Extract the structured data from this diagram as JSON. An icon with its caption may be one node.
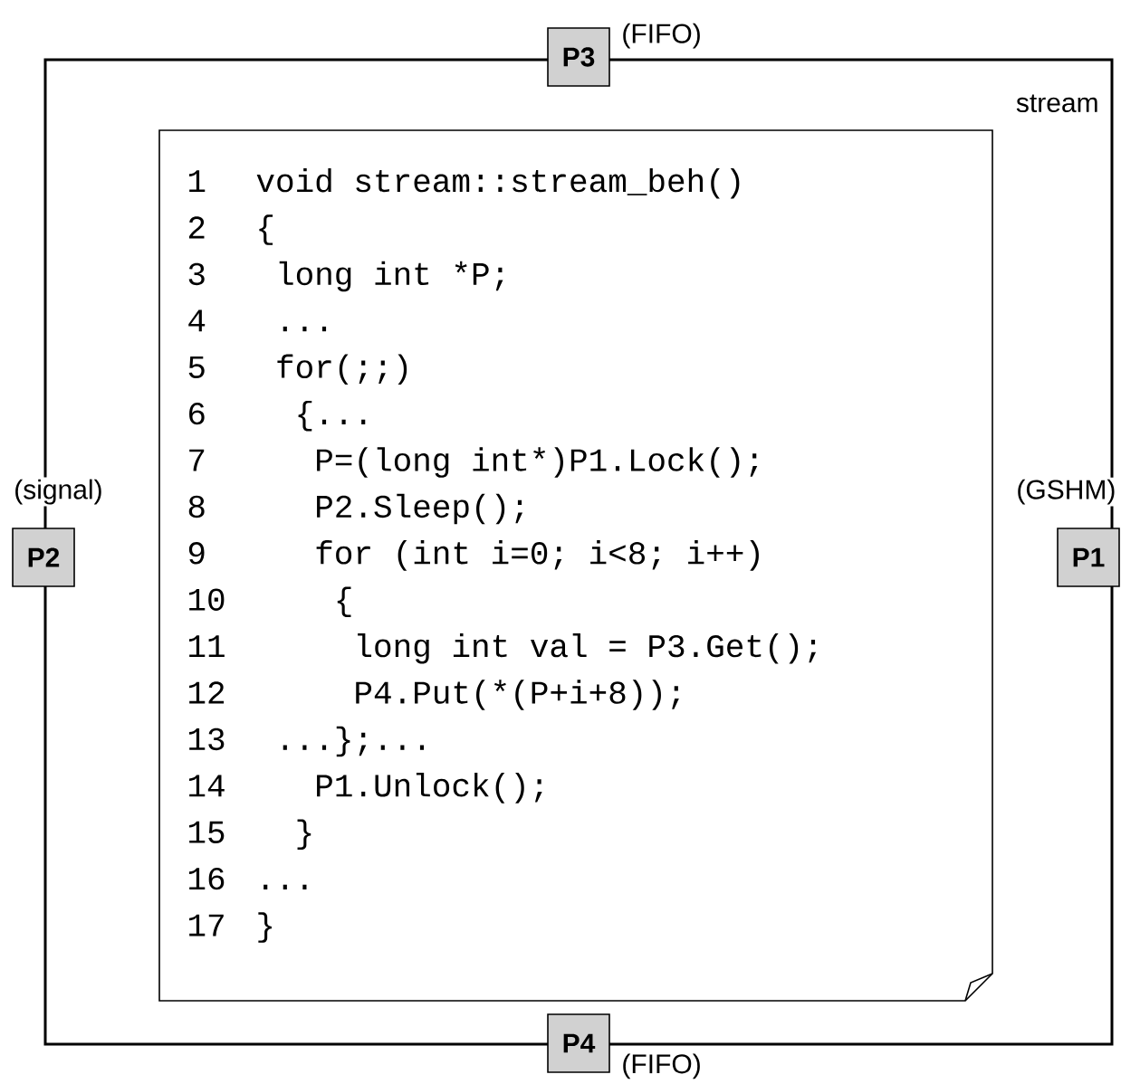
{
  "diagram": {
    "nodes": [
      {
        "text": [
          "stream"
        ]
      },
      {
        "text": [
          "1",
          "void stream::stream_beh()",
          "2",
          "{",
          "3",
          "long int *P;",
          "4",
          "...",
          "5",
          "for(;;)",
          "6",
          "{...",
          "7",
          "P=(long int*)P1.Lock();",
          "8",
          "P2.Sleep();",
          "9",
          "for (int i=0; i<8; i++)",
          "10",
          "{",
          "11",
          "long int val = P3.Get();",
          "12",
          "P4.Put(*(P+i+8));",
          "13",
          "...};...",
          "14",
          "P1.Unlock();",
          "15",
          "}",
          "16",
          "...",
          "17",
          "}"
        ],
        "in": 0
      },
      {
        "text": [
          "P3"
        ],
        "beside": [
          "(FIFO)"
        ]
      },
      {
        "text": [
          "P2"
        ]
      },
      {
        "text": [
          "P1"
        ]
      },
      {
        "text": [
          "P4"
        ],
        "beside": [
          "(FIFO)"
        ]
      }
    ],
    "labels": [
      "(signal)",
      "(GSHM)"
    ]
  }
}
